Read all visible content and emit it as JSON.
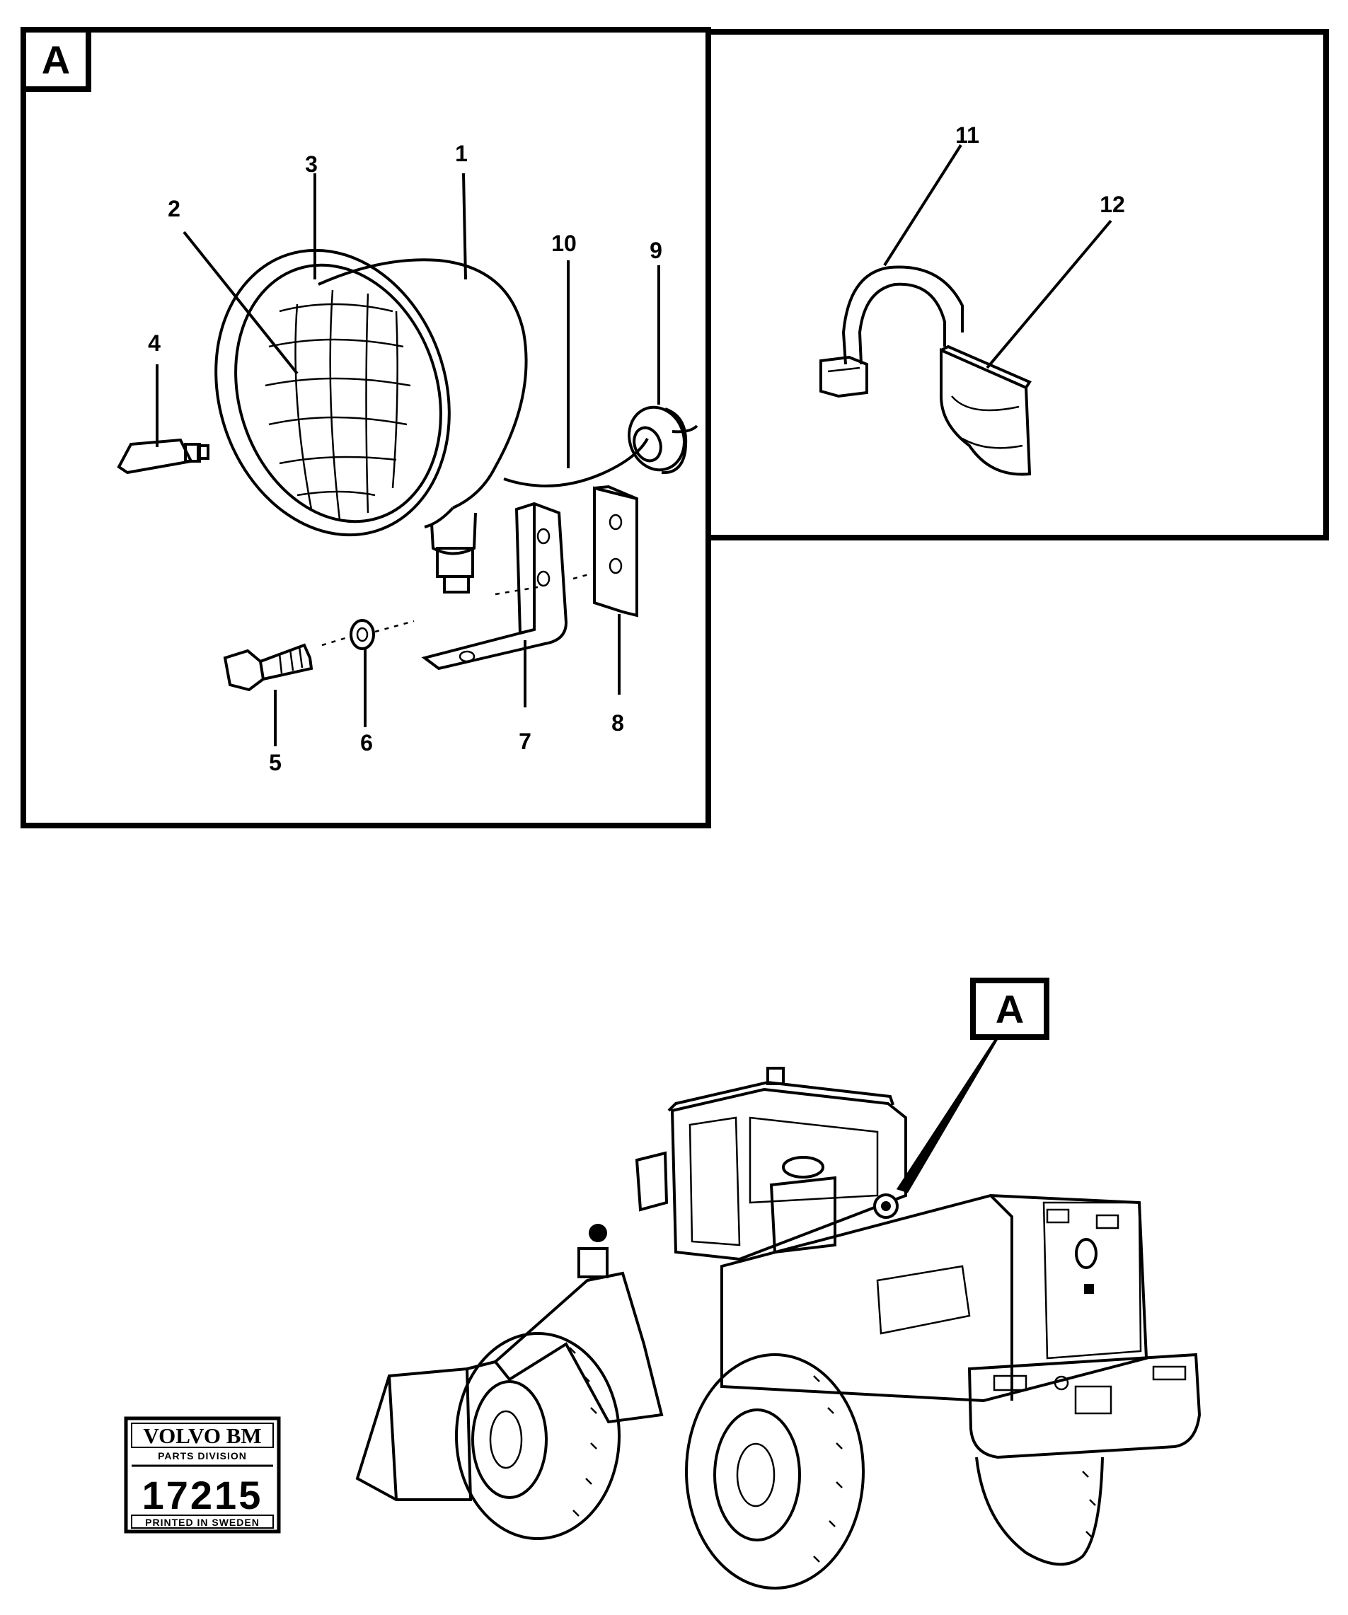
{
  "detail_tag": "A",
  "vehicle_tag": "A",
  "part_labels": [
    "1",
    "2",
    "3",
    "4",
    "5",
    "6",
    "7",
    "8",
    "9",
    "10",
    "11",
    "12"
  ],
  "stamp": {
    "brand": "VOLVO BM",
    "division": "PARTS DIVISION",
    "number": "17215",
    "printed": "PRINTED IN SWEDEN"
  }
}
